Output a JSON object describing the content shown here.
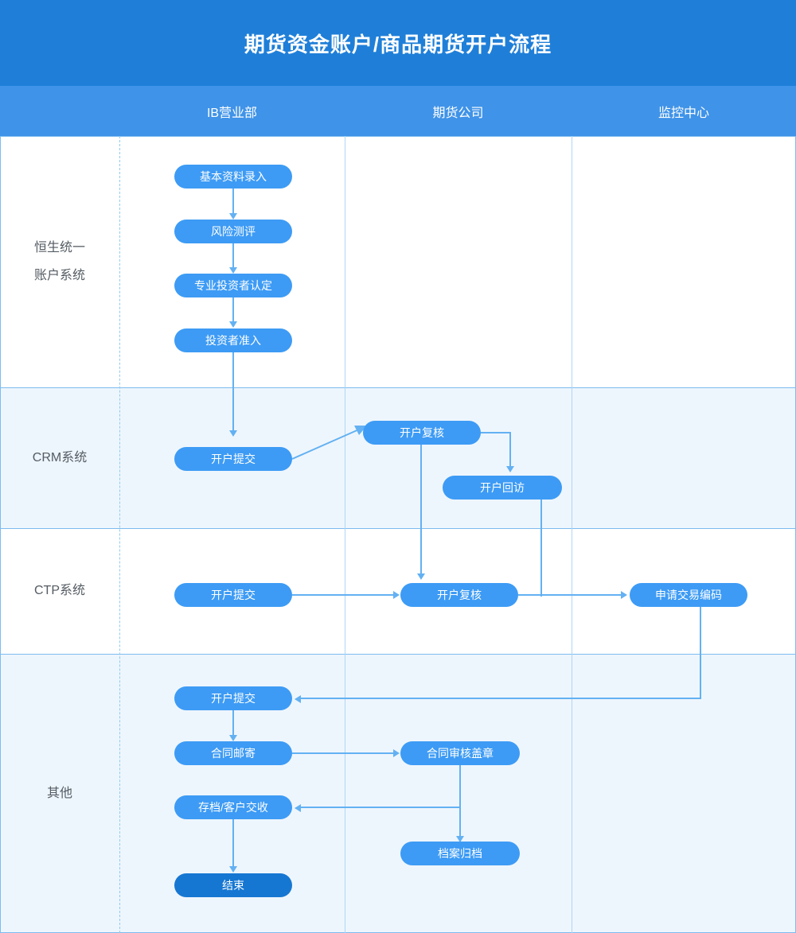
{
  "title": "期货资金账户/商品期货开户流程",
  "colors": {
    "title_band": "#1f7fd8",
    "header_band": "#3f93e8",
    "node": "#3d9bf5",
    "node_end": "#1677d2",
    "connector": "#63b1f2",
    "row_alt": "#eef6fd",
    "grid_line": "#7cbcf0",
    "lane_sep": "#aed6f5",
    "label_text": "#555c63"
  },
  "lanes": [
    {
      "id": "ib",
      "label": "IB营业部"
    },
    {
      "id": "futures",
      "label": "期货公司"
    },
    {
      "id": "monitor",
      "label": "监控中心"
    }
  ],
  "rows": [
    {
      "id": "hs",
      "label_line1": "恒生统一",
      "label_line2": "账户系统"
    },
    {
      "id": "crm",
      "label_line1": "CRM系统",
      "label_line2": ""
    },
    {
      "id": "ctp",
      "label_line1": "CTP系统",
      "label_line2": ""
    },
    {
      "id": "other",
      "label_line1": "其他",
      "label_line2": ""
    }
  ],
  "nodes": {
    "hs_1": "基本资料录入",
    "hs_2": "风险测评",
    "hs_3": "专业投资者认定",
    "hs_4": "投资者准入",
    "crm_submit": "开户提交",
    "crm_review": "开户复核",
    "crm_callback": "开户回访",
    "ctp_submit": "开户提交",
    "ctp_review": "开户复核",
    "ctp_code": "申请交易编码",
    "other_submit": "开户提交",
    "other_mail": "合同邮寄",
    "other_seal": "合同审核盖章",
    "other_archive_cust": "存档/客户交收",
    "other_archive_file": "档案归档",
    "other_end": "结束"
  }
}
